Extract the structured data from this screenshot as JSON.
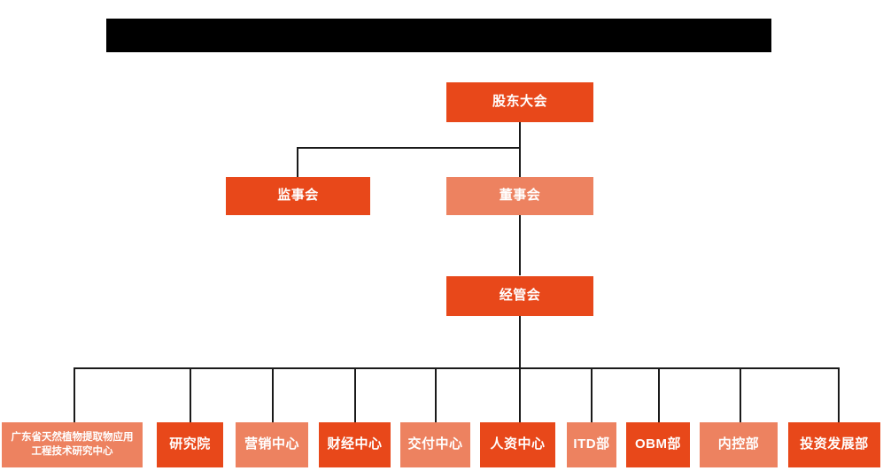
{
  "chart_data": {
    "type": "diagram",
    "title": "",
    "diagram_kind": "organizational-chart",
    "orientation": "top-down",
    "background": "#FFFFFF",
    "colors": {
      "node_dark": "#E8481A",
      "node_light": "#ED8260",
      "node_text": "#FFFFFF",
      "connector": "#1A1A1A",
      "redacted_bar": "#000000"
    },
    "levels": [
      {
        "level": 1,
        "nodes": [
          "股东大会"
        ]
      },
      {
        "level": 2,
        "nodes": [
          "监事会",
          "董事会"
        ]
      },
      {
        "level": 3,
        "nodes": [
          "经管会"
        ]
      },
      {
        "level": 4,
        "nodes": [
          "广东省天然植物提取物应用工程技术研究中心",
          "研究院",
          "营销中心",
          "财经中心",
          "交付中心",
          "人资中心",
          "ITD部",
          "OBM部",
          "内控部",
          "投资发展部"
        ]
      }
    ],
    "edges": [
      {
        "from": "股东大会",
        "to": "监事会"
      },
      {
        "from": "股东大会",
        "to": "董事会"
      },
      {
        "from": "董事会",
        "to": "经管会"
      },
      {
        "from": "经管会",
        "to": "广东省天然植物提取物应用工程技术研究中心"
      },
      {
        "from": "经管会",
        "to": "研究院"
      },
      {
        "from": "经管会",
        "to": "营销中心"
      },
      {
        "from": "经管会",
        "to": "财经中心"
      },
      {
        "from": "经管会",
        "to": "交付中心"
      },
      {
        "from": "经管会",
        "to": "人资中心"
      },
      {
        "from": "经管会",
        "to": "ITD部"
      },
      {
        "from": "经管会",
        "to": "OBM部"
      },
      {
        "from": "经管会",
        "to": "内控部"
      },
      {
        "from": "经管会",
        "to": "投资发展部"
      }
    ]
  },
  "header": {
    "redacted_title": ""
  },
  "nodes": {
    "shareholders_meeting": {
      "label": "股东大会",
      "shade": "dark"
    },
    "supervisory_board": {
      "label": "监事会",
      "shade": "dark"
    },
    "board_of_directors": {
      "label": "董事会",
      "shade": "light"
    },
    "management_committee": {
      "label": "经管会",
      "shade": "dark"
    }
  },
  "departments": [
    {
      "label": "广东省天然植物提取物应用工程技术研究中心",
      "shade": "light"
    },
    {
      "label": "研究院",
      "shade": "dark"
    },
    {
      "label": "营销中心",
      "shade": "light"
    },
    {
      "label": "财经中心",
      "shade": "dark"
    },
    {
      "label": "交付中心",
      "shade": "light"
    },
    {
      "label": "人资中心",
      "shade": "dark"
    },
    {
      "label": "ITD部",
      "shade": "light"
    },
    {
      "label": "OBM部",
      "shade": "dark"
    },
    {
      "label": "内控部",
      "shade": "light"
    },
    {
      "label": "投资发展部",
      "shade": "dark"
    }
  ]
}
